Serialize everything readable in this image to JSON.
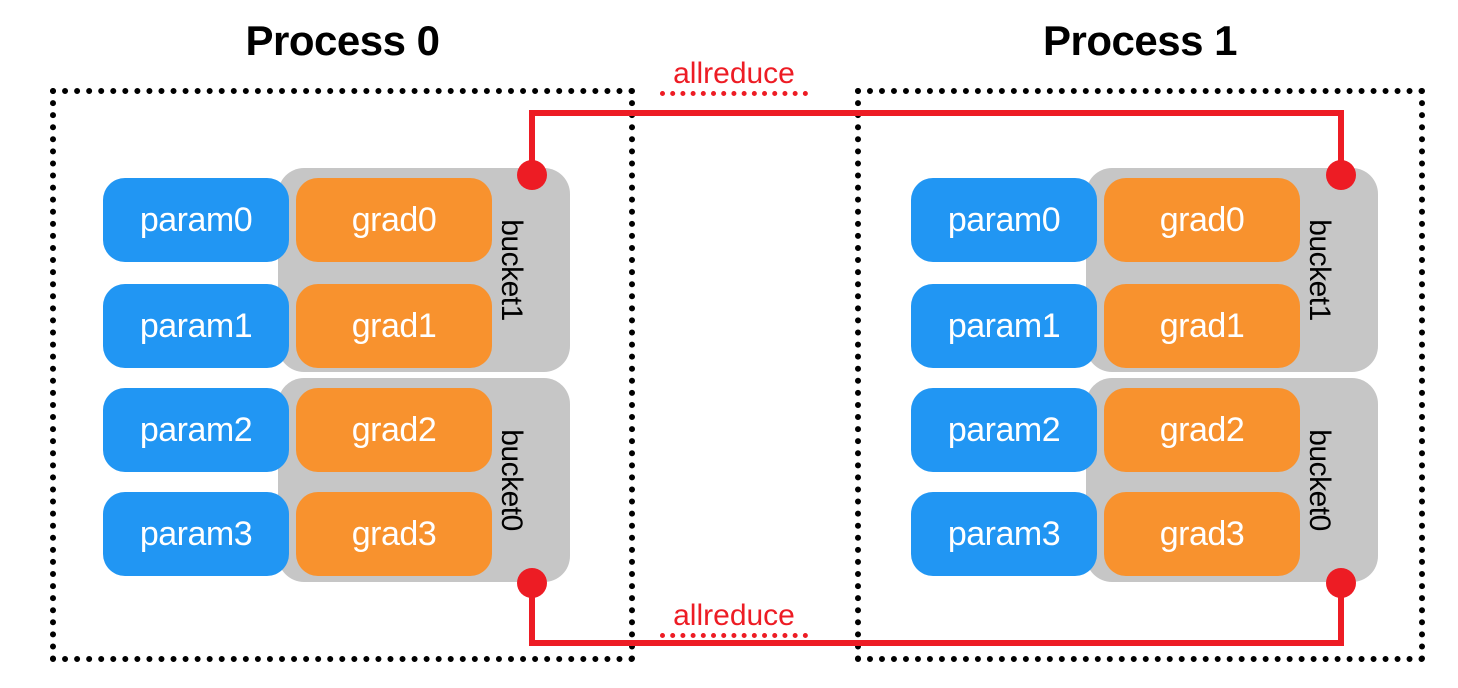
{
  "processes": [
    {
      "title": "Process 0",
      "buckets": [
        {
          "name": "bucket1",
          "rows": [
            {
              "param": "param0",
              "grad": "grad0"
            },
            {
              "param": "param1",
              "grad": "grad1"
            }
          ]
        },
        {
          "name": "bucket0",
          "rows": [
            {
              "param": "param2",
              "grad": "grad2"
            },
            {
              "param": "param3",
              "grad": "grad3"
            }
          ]
        }
      ]
    },
    {
      "title": "Process 1",
      "buckets": [
        {
          "name": "bucket1",
          "rows": [
            {
              "param": "param0",
              "grad": "grad0"
            },
            {
              "param": "param1",
              "grad": "grad1"
            }
          ]
        },
        {
          "name": "bucket0",
          "rows": [
            {
              "param": "param2",
              "grad": "grad2"
            },
            {
              "param": "param3",
              "grad": "grad3"
            }
          ]
        }
      ]
    }
  ],
  "connections": [
    {
      "label": "allreduce",
      "position": "top"
    },
    {
      "label": "allreduce",
      "position": "bottom"
    }
  ],
  "colors": {
    "param": "#2196f3",
    "grad": "#f8922e",
    "bucket": "#c6c6c6",
    "allreduce": "#ed1c24",
    "process_border": "#000000",
    "text_on_pill": "#ffffff"
  }
}
